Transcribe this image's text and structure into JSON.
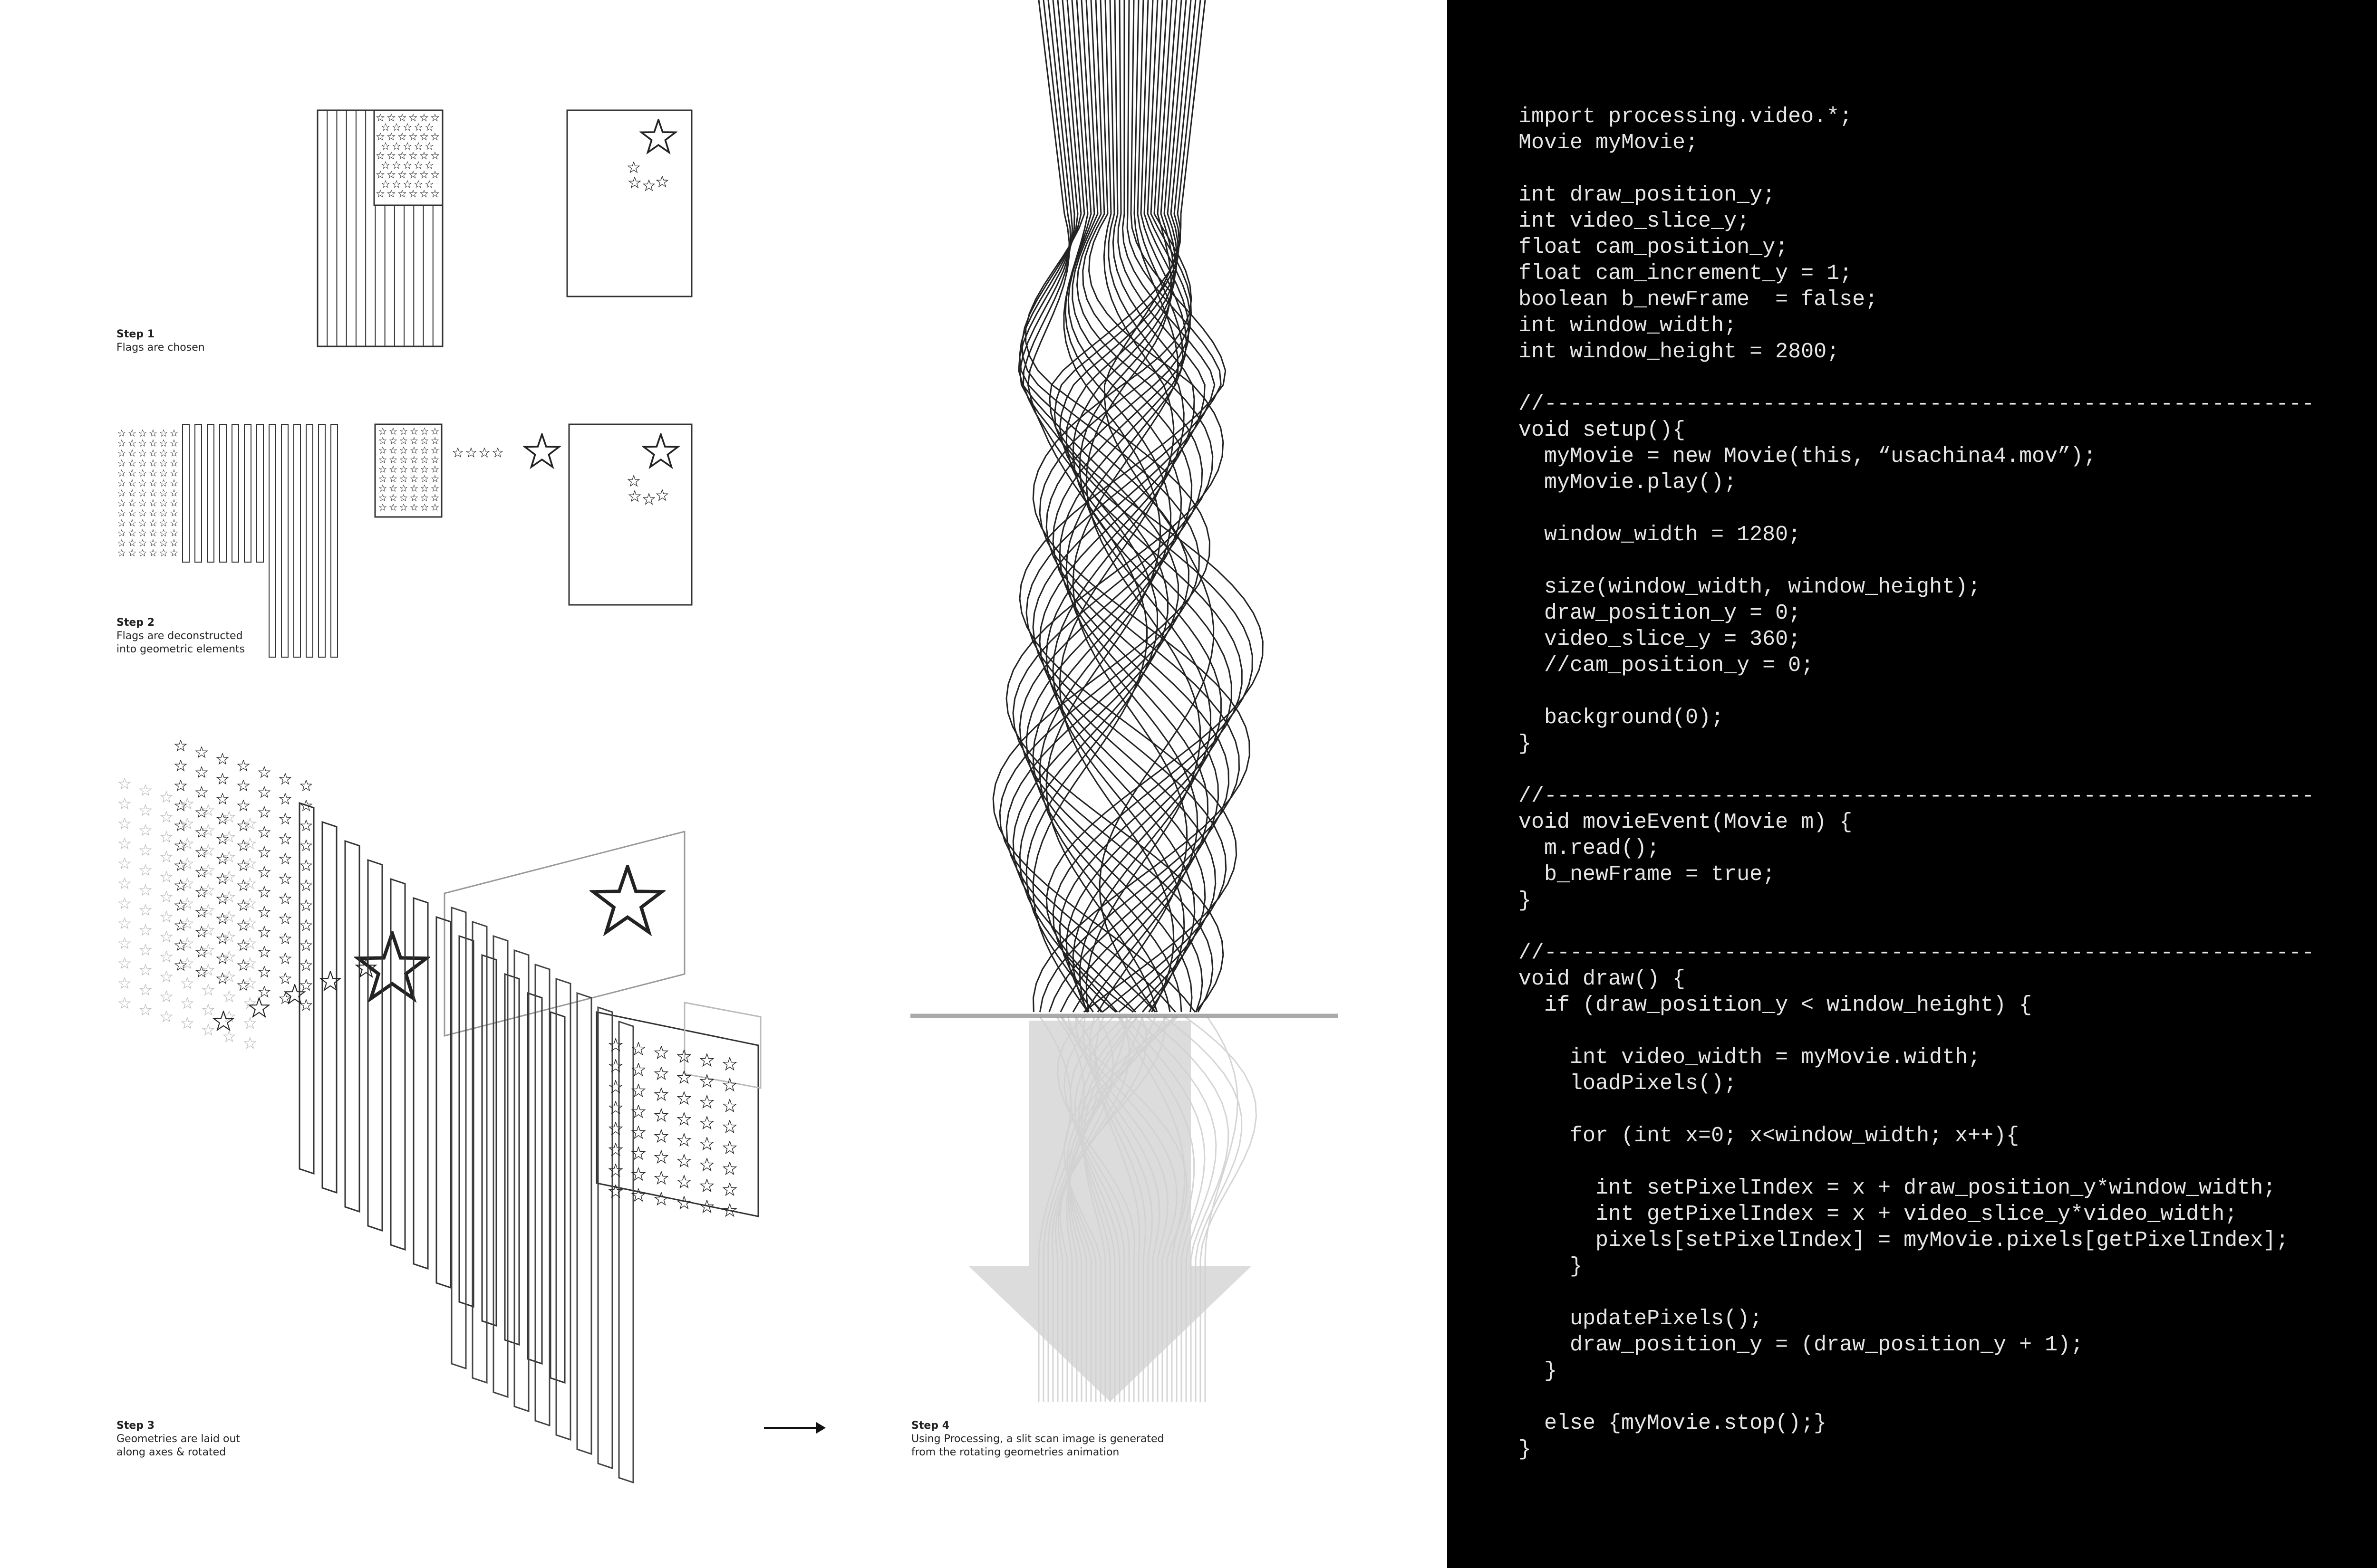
{
  "steps": [
    {
      "title": "Step 1",
      "desc": [
        "Flags are chosen"
      ]
    },
    {
      "title": "Step 2",
      "desc": [
        "Flags are deconstructed",
        "into geometric elements"
      ]
    },
    {
      "title": "Step 3",
      "desc": [
        "Geometries are laid out",
        "along axes & rotated"
      ]
    },
    {
      "title": "Step 4",
      "desc": [
        "Using Processing, a slit scan image is generated",
        "from the rotating geometries animation"
      ]
    }
  ],
  "code": [
    "import processing.video.*;",
    "Movie myMovie;",
    "",
    "int draw_position_y;",
    "int video_slice_y;",
    "float cam_position_y;",
    "float cam_increment_y = 1;",
    "boolean b_newFrame  = false;",
    "int window_width;",
    "int window_height = 2800;",
    "",
    "//------------------------------------------------------------",
    "void setup(){",
    "  myMovie = new Movie(this, “usachina4.mov”);",
    "  myMovie.play();",
    "",
    "  window_width = 1280;",
    "",
    "  size(window_width, window_height);",
    "  draw_position_y = 0;",
    "  video_slice_y = 360;",
    "  //cam_position_y = 0;",
    "",
    "  background(0);",
    "}",
    "",
    "//------------------------------------------------------------",
    "void movieEvent(Movie m) {",
    "  m.read();",
    "  b_newFrame = true;",
    "}",
    "",
    "//------------------------------------------------------------",
    "void draw() {",
    "  if (draw_position_y < window_height) {",
    "",
    "    int video_width = myMovie.width;",
    "    loadPixels();",
    "",
    "    for (int x=0; x<window_width; x++){",
    "",
    "      int setPixelIndex = x + draw_position_y*window_width;",
    "      int getPixelIndex = x + video_slice_y*video_width;",
    "      pixels[setPixelIndex] = myMovie.pixels[getPixelIndex];",
    "    }",
    "",
    "    updatePixels();",
    "    draw_position_y = (draw_position_y + 1);",
    "  }",
    "",
    "  else {myMovie.stop();}",
    "}"
  ]
}
